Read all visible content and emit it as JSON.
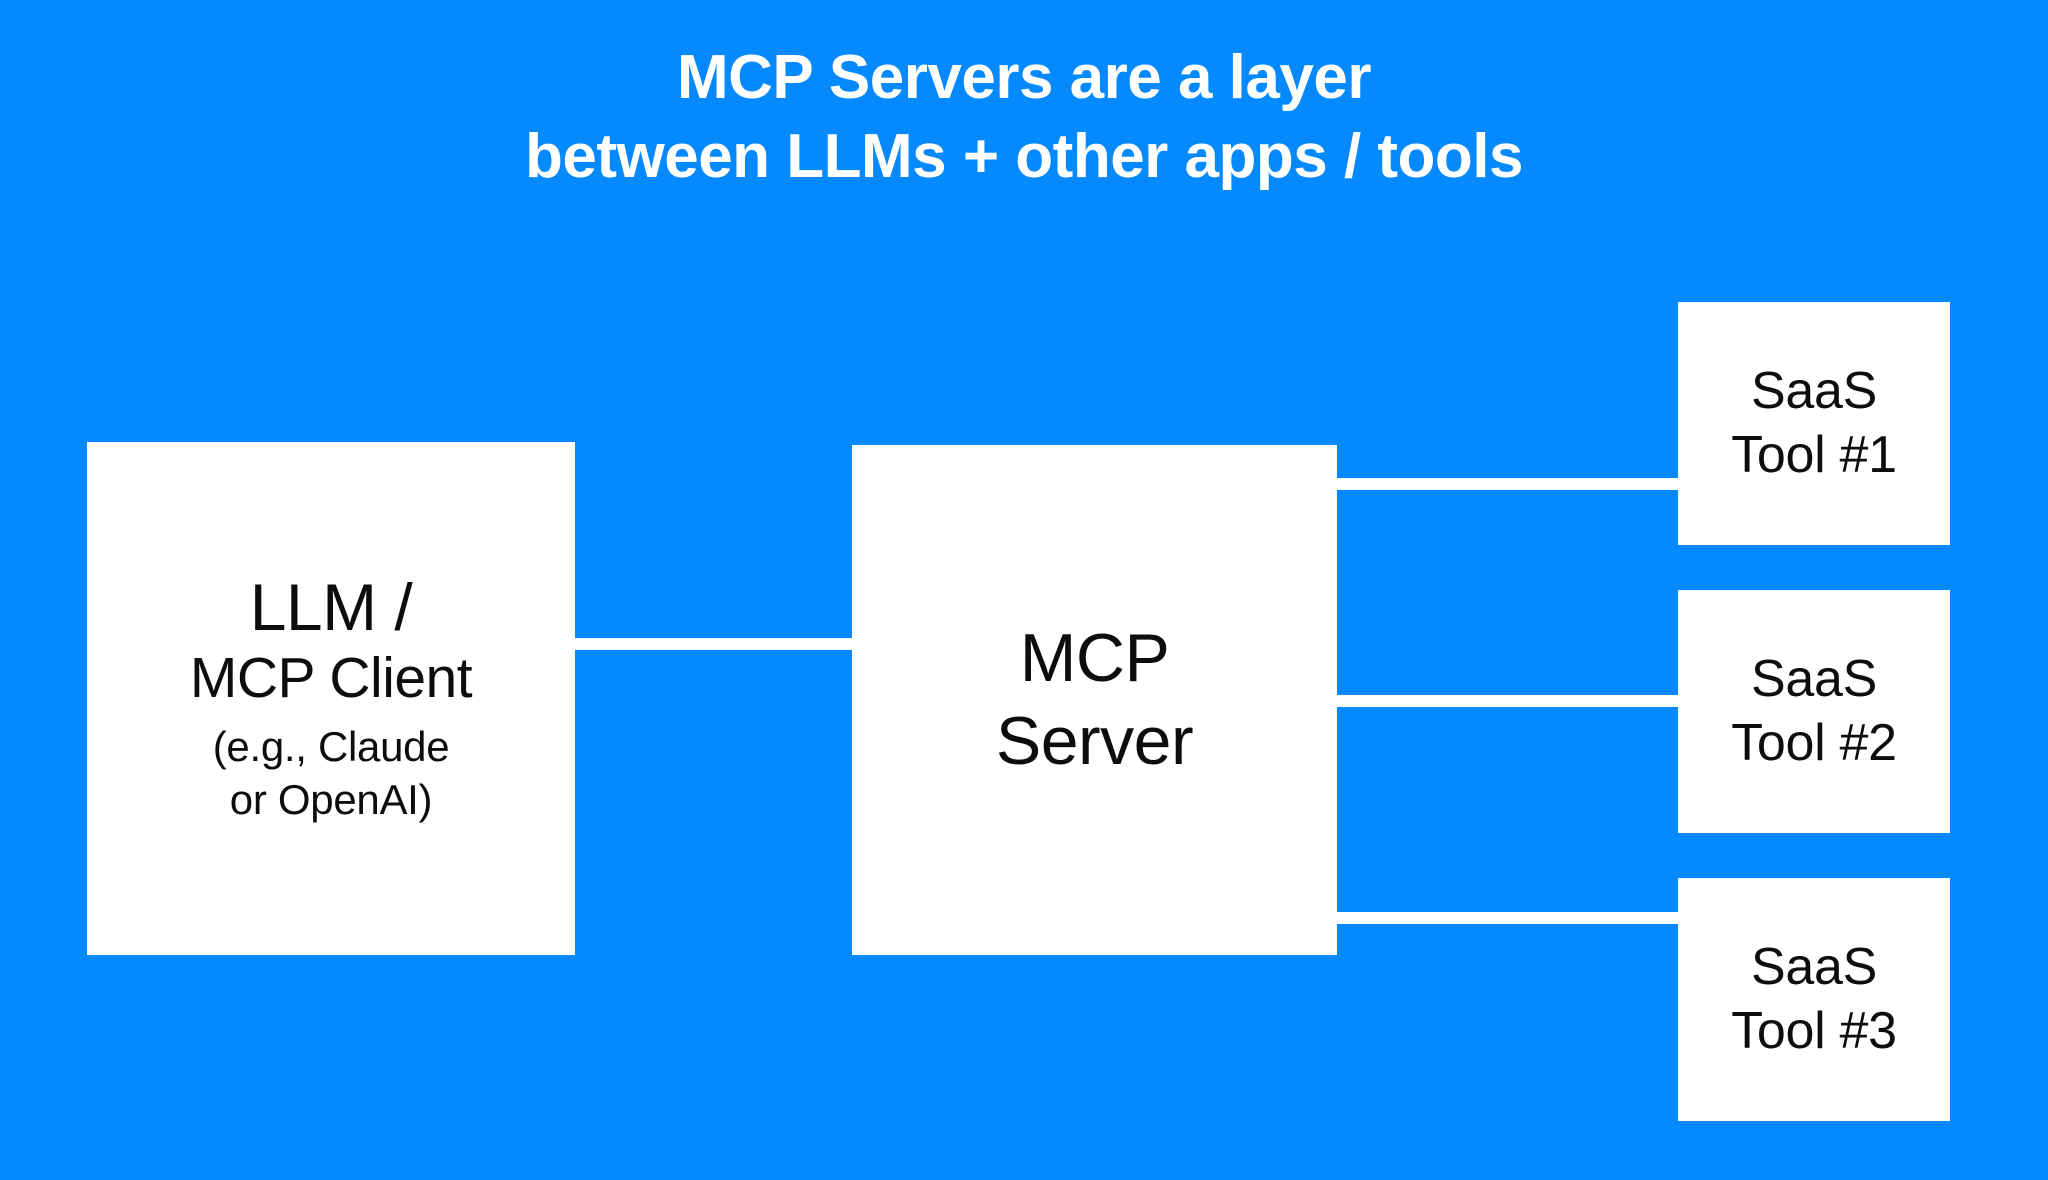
{
  "background_color": "#0589ff",
  "node_fill_color": "#ffffff",
  "node_text_color": "#0d0d0d",
  "title_color": "#ffffff",
  "connector_color": "#ffffff",
  "title": {
    "line1": "MCP Servers are a layer",
    "line2": "between LLMs + other apps / tools"
  },
  "nodes": {
    "llm_client": {
      "line1": "LLM /",
      "line2": "MCP Client",
      "line3": "(e.g., Claude",
      "line4": "or OpenAI)"
    },
    "mcp_server": {
      "line1": "MCP",
      "line2": "Server"
    },
    "saas_tool_1": {
      "line1": "SaaS",
      "line2": "Tool #1"
    },
    "saas_tool_2": {
      "line1": "SaaS",
      "line2": "Tool #2"
    },
    "saas_tool_3": {
      "line1": "SaaS",
      "line2": "Tool #3"
    }
  },
  "connectors": [
    {
      "name": "llm-client-to-mcp-server",
      "from": "llm_client",
      "to": "mcp_server"
    },
    {
      "name": "mcp-server-to-saas-tool-1",
      "from": "mcp_server",
      "to": "saas_tool_1"
    },
    {
      "name": "mcp-server-to-saas-tool-2",
      "from": "mcp_server",
      "to": "saas_tool_2"
    },
    {
      "name": "mcp-server-to-saas-tool-3",
      "from": "mcp_server",
      "to": "saas_tool_3"
    }
  ]
}
